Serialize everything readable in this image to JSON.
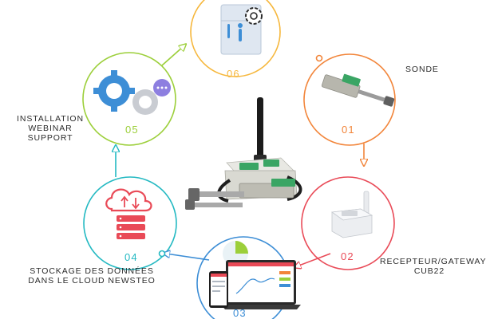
{
  "colors": {
    "step_01": "#f2853a",
    "step_02": "#e94a57",
    "step_03": "#3d8ed6",
    "step_04": "#23b9c2",
    "step_05": "#9ccf3a",
    "step_06": "#f6b73c",
    "label_text": "#2b2b2b"
  },
  "steps": [
    {
      "number": "01",
      "label_lines": [
        "SONDE"
      ]
    },
    {
      "number": "02",
      "label_lines": [
        "RECEPTEUR/GATEWAY",
        "CUB22"
      ]
    },
    {
      "number": "03",
      "label_lines": []
    },
    {
      "number": "04",
      "label_lines": [
        "STOCKAGE DES DONNÉES",
        "DANS LE CLOUD NEWSTEO"
      ]
    },
    {
      "number": "05",
      "label_lines": [
        "INSTALLATION",
        "WEBINAR",
        "SUPPORT"
      ]
    },
    {
      "number": "06",
      "label_lines": []
    }
  ],
  "icons": {
    "center": "wireless-sensor-product-icon",
    "step_01": "displacement-sensor-icon",
    "step_02": "gateway-receiver-icon",
    "step_03": "dashboard-devices-icon",
    "step_04": "cloud-server-icon",
    "step_05": "gear-support-icon",
    "step_06": "fridge-gear-icon"
  }
}
